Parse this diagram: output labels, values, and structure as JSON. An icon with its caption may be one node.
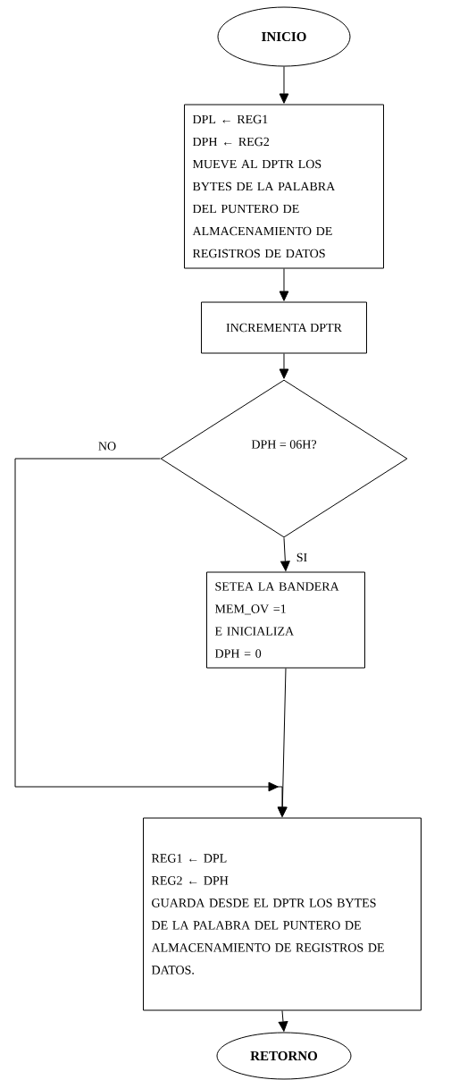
{
  "diagram": {
    "nodes": [
      {
        "text": [
          "INICIO"
        ]
      },
      {
        "text": [
          "DPL ← REG1",
          "DPH ← REG2",
          "MUEVE AL DPTR LOS BYTES DE LA PALABRA DEL PUNTERO DE ALMACENAMIENTO DE REGISTROS DE DATOS"
        ]
      },
      {
        "text": [
          "INCREMENTA DPTR"
        ]
      },
      {
        "text": [
          "DPH = 06H?"
        ]
      },
      {
        "text": [
          "SETEA LA BANDERA",
          "MEM_OV =1",
          "E INICIALIZA",
          "DPH = 0"
        ]
      },
      {
        "text": [
          "REG1 ← DPL",
          "REG2 ← DPH",
          "GUARDA DESDE EL DPTR LOS BYTES DE LA PALABRA DEL PUNTERO DE ALMACENAMIENTO DE REGISTROS DE DATOS."
        ]
      },
      {
        "text": [
          "RETORNO"
        ]
      }
    ],
    "edges": [
      {
        "from": 0,
        "to": 1,
        "arrow": "to"
      },
      {
        "from": 1,
        "to": 2,
        "arrow": "to"
      },
      {
        "from": 2,
        "to": 3,
        "arrow": "to"
      },
      {
        "from": 3,
        "to": 4,
        "arrow": "to",
        "label": "SI"
      },
      {
        "from": 4,
        "to": 5,
        "arrow": "to"
      },
      {
        "from": 3,
        "to": 5,
        "arrow": "to",
        "label": "NO"
      },
      {
        "from": 5,
        "to": 6,
        "arrow": "to"
      }
    ]
  }
}
